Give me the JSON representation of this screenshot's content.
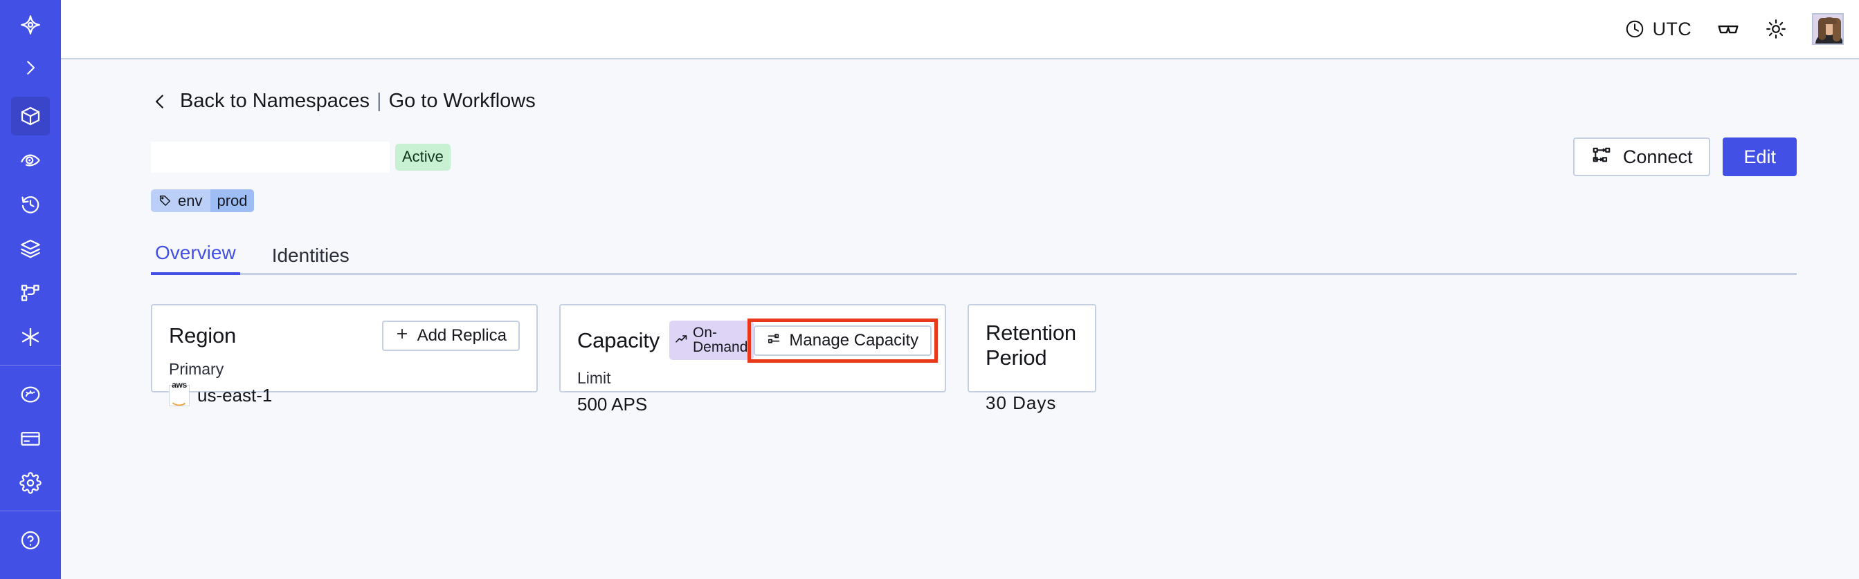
{
  "sidebar": {
    "items": [
      {
        "name": "logo",
        "icon": "temporal-logo-icon",
        "active": false
      },
      {
        "name": "expand",
        "icon": "chevron-right-icon",
        "active": false
      },
      {
        "name": "namespaces",
        "icon": "cube-icon",
        "active": true
      },
      {
        "name": "observability",
        "icon": "eye-icon",
        "active": false
      },
      {
        "name": "history",
        "icon": "clock-rewind-icon",
        "active": false
      },
      {
        "name": "layers",
        "icon": "layers-icon",
        "active": false
      },
      {
        "name": "workflows",
        "icon": "git-branch-icon",
        "active": false
      },
      {
        "name": "integrations",
        "icon": "asterisk-icon",
        "active": false
      },
      {
        "name": "usage",
        "icon": "gauge-icon",
        "active": false
      },
      {
        "name": "billing",
        "icon": "credit-card-icon",
        "active": false
      },
      {
        "name": "settings",
        "icon": "gear-icon",
        "active": false
      },
      {
        "name": "support",
        "icon": "help-circle-icon",
        "active": false
      }
    ]
  },
  "topbar": {
    "timezone": "UTC",
    "clock_icon": "clock-icon",
    "docs_icon": "glasses-icon",
    "theme_icon": "sun-icon",
    "avatar_icon": "user-avatar"
  },
  "breadcrumb": {
    "back_icon": "chevron-left-icon",
    "back_label": "Back to Namespaces",
    "separator": "|",
    "forward_label": "Go to Workflows"
  },
  "namespace": {
    "name": "",
    "status": "Active",
    "tag": {
      "icon": "tag-icon",
      "key": "env",
      "value": "prod"
    }
  },
  "actions": {
    "connect_label": "Connect",
    "connect_icon": "connect-icon",
    "edit_label": "Edit"
  },
  "tabs": [
    {
      "label": "Overview",
      "selected": true
    },
    {
      "label": "Identities",
      "selected": false
    }
  ],
  "cards": {
    "region": {
      "title": "Region",
      "action_label": "Add Replica",
      "action_icon": "plus-icon",
      "sub_label": "Primary",
      "provider_icon": "aws-logo",
      "provider_text": "aws",
      "value": "us-east-1"
    },
    "capacity": {
      "title": "Capacity",
      "badge_label": "On-Demand",
      "badge_icon": "trending-up-icon",
      "action_label": "Manage Capacity",
      "action_icon": "sliders-icon",
      "sub_label": "Limit",
      "value": "500 APS",
      "highlighted": true
    },
    "retention": {
      "title": "Retention Period",
      "value": "30 Days"
    }
  },
  "colors": {
    "brand": "#4350e6",
    "sidebar_active": "#3a45c9",
    "status_active_bg": "#c8f0d2",
    "tag_bg": "#bcd0f7",
    "tag_value_bg": "#9fbdf5",
    "badge_ondemand_bg": "#ddd4f6",
    "highlight_outline": "#e8391b",
    "page_bg": "#f7f8fb",
    "border": "#c4cfe2"
  }
}
